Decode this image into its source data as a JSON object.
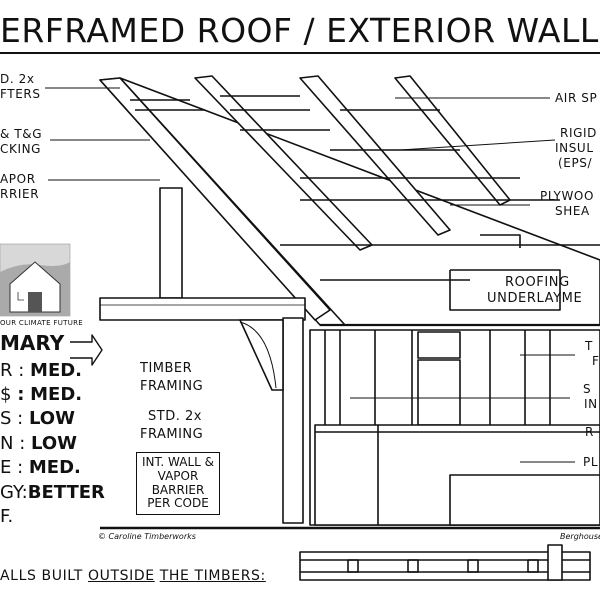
{
  "title": "ERFRAMED ROOF / EXTERIOR WALLS",
  "left_labels": {
    "rafters": [
      "D. 2x",
      "FTERS"
    ],
    "decking": [
      "& T&G",
      "CKING"
    ],
    "vapor": [
      "APOR",
      "RRIER"
    ]
  },
  "right_labels": {
    "air": "AIR SP",
    "rigid": [
      "RIGID",
      "INSUL",
      "(EPS/"
    ],
    "plywood": [
      "PLYWOO",
      "SHEA"
    ],
    "roofing": [
      "ROOFING",
      "UNDERLAYME"
    ],
    "t1": [
      "T",
      "F"
    ],
    "s1": [
      "S",
      "IN"
    ],
    "r1": "R",
    "p1": "PL"
  },
  "thumbnail": {
    "caption": "OUR CLIMATE FUTURE"
  },
  "summary": {
    "heading": "MARY",
    "rows": [
      {
        "key": "R",
        "value": "MED."
      },
      {
        "key": "$",
        "value": "MED."
      },
      {
        "key": "S",
        "value": "LOW"
      },
      {
        "key": "N",
        "value": "LOW"
      },
      {
        "key": "E",
        "value": "MED."
      },
      {
        "key": "GY",
        "value": "BETTER"
      }
    ],
    "trail": "F."
  },
  "middle_labels": {
    "timber": [
      "TIMBER",
      "FRAMING"
    ],
    "std": [
      "STD. 2x",
      "FRAMING"
    ],
    "box": "INT. WALL & VAPOR BARRIER PER CODE"
  },
  "credit": "© Caroline Timberworks",
  "credit2": "Berghouse",
  "bottom": {
    "pre": "ALLS BUILT",
    "u1": "OUTSIDE",
    "u2": "THE TIMBERS:"
  }
}
